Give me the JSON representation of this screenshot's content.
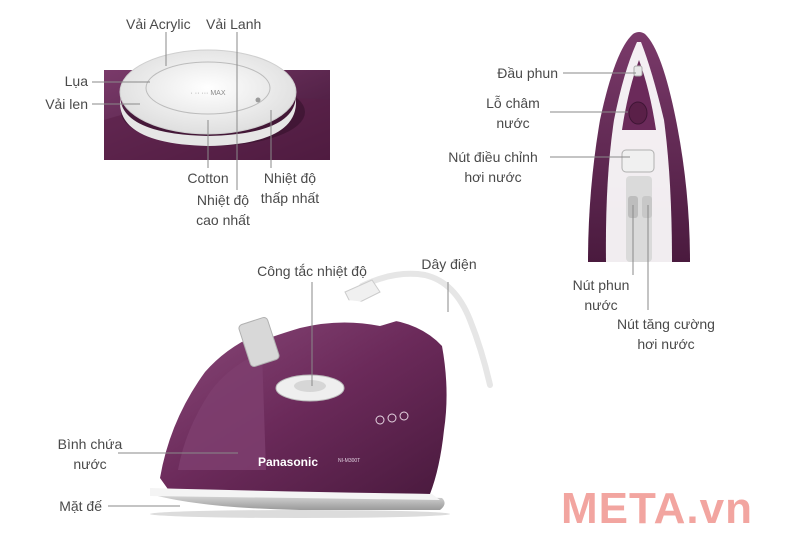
{
  "colors": {
    "accent": "#6b2a5a",
    "accent_dark": "#4a1a3e",
    "dial": "#f2f2f2",
    "label_text": "#4a4a4a",
    "leader_line": "#8a8a8a",
    "brand_logo": "#f2a5a0"
  },
  "dial": {
    "labels": {
      "vai_acrylic": "Vải Acrylic",
      "vai_lanh": "Vải Lanh",
      "lua": "Lụa",
      "vai_len": "Vải len",
      "cotton": "Cotton",
      "nhiet_do_cao_nhat_line1": "Nhiệt độ",
      "nhiet_do_cao_nhat_line2": "cao nhất",
      "nhiet_do_thap_nhat_line1": "Nhiệt độ",
      "nhiet_do_thap_nhat_line2": "thấp nhất"
    }
  },
  "top_view": {
    "labels": {
      "dau_phun": "Đầu phun",
      "lo_cham_nuoc_line1": "Lỗ châm",
      "lo_cham_nuoc_line2": "nước",
      "nut_dieu_chinh_line1": "Nút điều chỉnh",
      "nut_dieu_chinh_line2": "hơi nước",
      "nut_phun_nuoc_line1": "Nút phun",
      "nut_phun_nuoc_line2": "nước",
      "nut_tang_cuong_line1": "Nút tăng cường",
      "nut_tang_cuong_line2": "hơi nước"
    }
  },
  "side_view": {
    "labels": {
      "cong_tac_nhiet_do": "Công tắc nhiệt độ",
      "day_dien": "Dây điện",
      "binh_chua_line1": "Bình chứa",
      "binh_chua_line2": "nước",
      "mat_de": "Mặt đế"
    },
    "product_brand": "Panasonic",
    "model": "NI-M300T"
  },
  "watermark": "META.vn"
}
